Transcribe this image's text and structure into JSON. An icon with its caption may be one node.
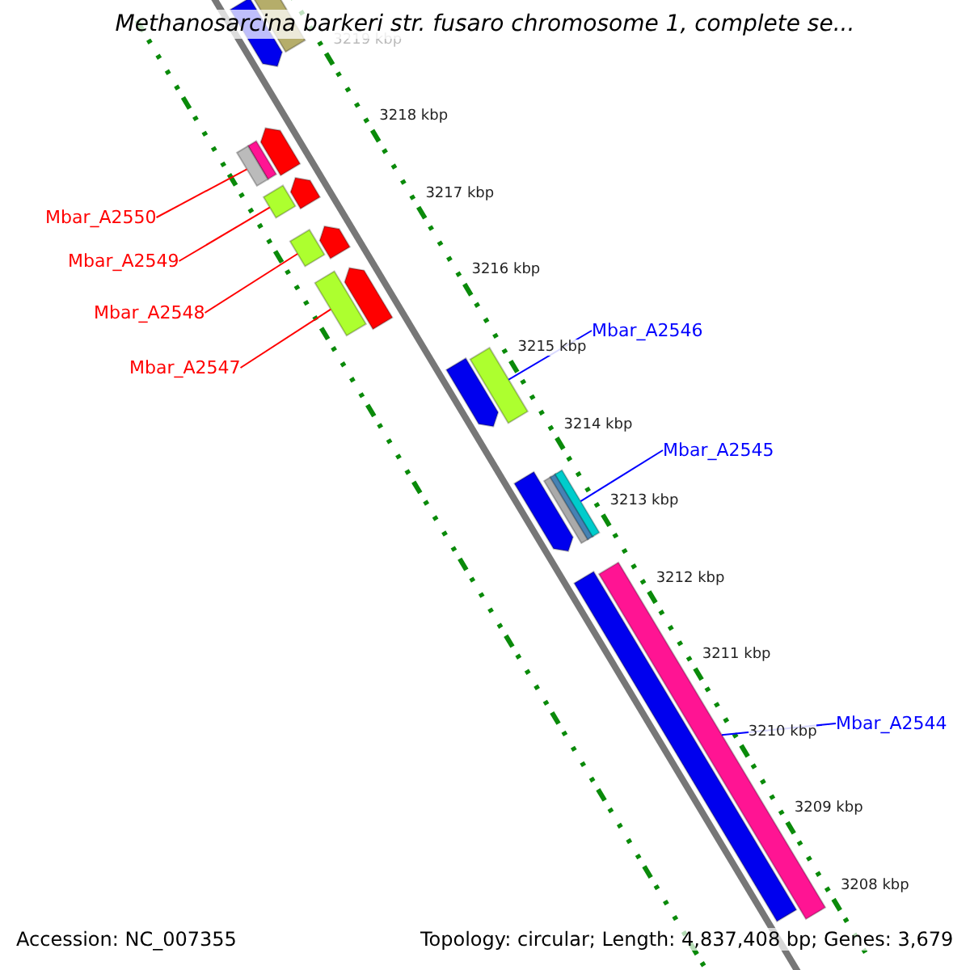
{
  "diagram": {
    "title": "Methanosarcina barkeri str. fusaro chromosome 1, complete se...",
    "nodes": [
      {
        "text": [
          "Mbar_A2550"
        ]
      },
      {
        "text": [
          "Mbar_A2549"
        ]
      },
      {
        "text": [
          "Mbar_A2548"
        ]
      },
      {
        "text": [
          "Mbar_A2546"
        ]
      },
      {
        "text": [
          "Mbar_A2547"
        ]
      },
      {
        "text": [
          "Mbar_A2545"
        ]
      },
      {
        "text": [
          "Mbar_A2544"
        ]
      },
      {
        "text": [],
        "shape": "bar"
      },
      {
        "text": [],
        "shape": "bar"
      },
      {
        "text": [],
        "shape": "bar"
      },
      {
        "text": [],
        "shape": "bar"
      },
      {
        "text": [],
        "shape": "bar"
      },
      {
        "text": [],
        "shape": "bar"
      },
      {
        "text": [],
        "shape": "bar"
      }
    ],
    "edges": [
      {
        "from": 0,
        "to": 7,
        "arrow": "none"
      },
      {
        "from": 1,
        "to": 8,
        "arrow": "none"
      },
      {
        "from": 2,
        "to": 9,
        "arrow": "none"
      },
      {
        "from": 3,
        "to": 11,
        "arrow": "none",
        "color": "#0000ff"
      },
      {
        "from": 4,
        "to": 10,
        "arrow": "none"
      },
      {
        "from": 5,
        "to": 12,
        "arrow": "none",
        "color": "#0000ff"
      },
      {
        "from": 6,
        "to": 13,
        "arrow": "none",
        "color": "#0000ff"
      }
    ],
    "labels": [
      "3219 kbp",
      "3218 kbp",
      "3217 kbp",
      "3216 kbp",
      "3215 kbp",
      "3214 kbp",
      "3213 kbp",
      "3212 kbp",
      "3211 kbp",
      "3210 kbp",
      "3209 kbp",
      "3208 kbp",
      "Accession: NC_007355",
      "Topology: circular; Length: 4,837,408 bp; Genes: 3,679"
    ]
  }
}
